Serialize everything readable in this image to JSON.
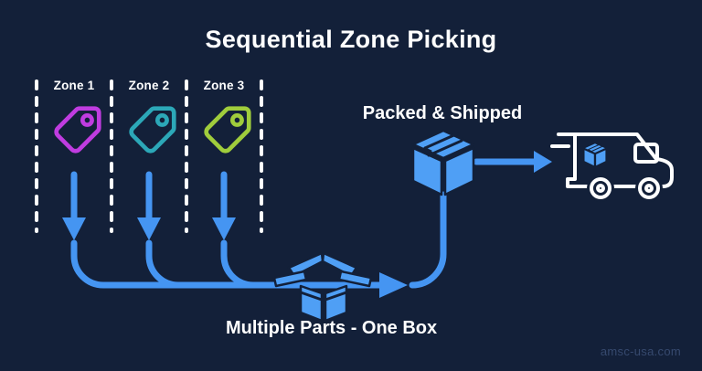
{
  "title": "Sequential Zone Picking",
  "zones": {
    "items": [
      {
        "label": "Zone 1",
        "tag_color": "#c03ce0",
        "tag_icon": "tag-icon"
      },
      {
        "label": "Zone 2",
        "tag_color": "#2ca8b8",
        "tag_icon": "tag-icon"
      },
      {
        "label": "Zone 3",
        "tag_color": "#a0cd3c",
        "tag_icon": "tag-icon"
      }
    ]
  },
  "flow": {
    "consolidation_label": "Multiple Parts - One Box",
    "shipping_label": "Packed & Shipped",
    "steps": [
      "zones picked sequentially",
      "parts merged into one open box",
      "box packed",
      "box shipped by truck"
    ]
  },
  "icons": {
    "open_box": "open-box-icon",
    "closed_box": "closed-box-icon",
    "truck": "delivery-truck-icon",
    "parcel_in_truck": "parcel-icon"
  },
  "watermark": "amsc-usa.com",
  "colors": {
    "background": "#132039",
    "flow_blue": "#4595f2",
    "box_blue": "#4f9ff5",
    "zone1_tag": "#c03ce0",
    "zone2_tag": "#2ca8b8",
    "zone3_tag": "#a0cd3c",
    "text": "#ffffff",
    "watermark": "#36496e"
  }
}
